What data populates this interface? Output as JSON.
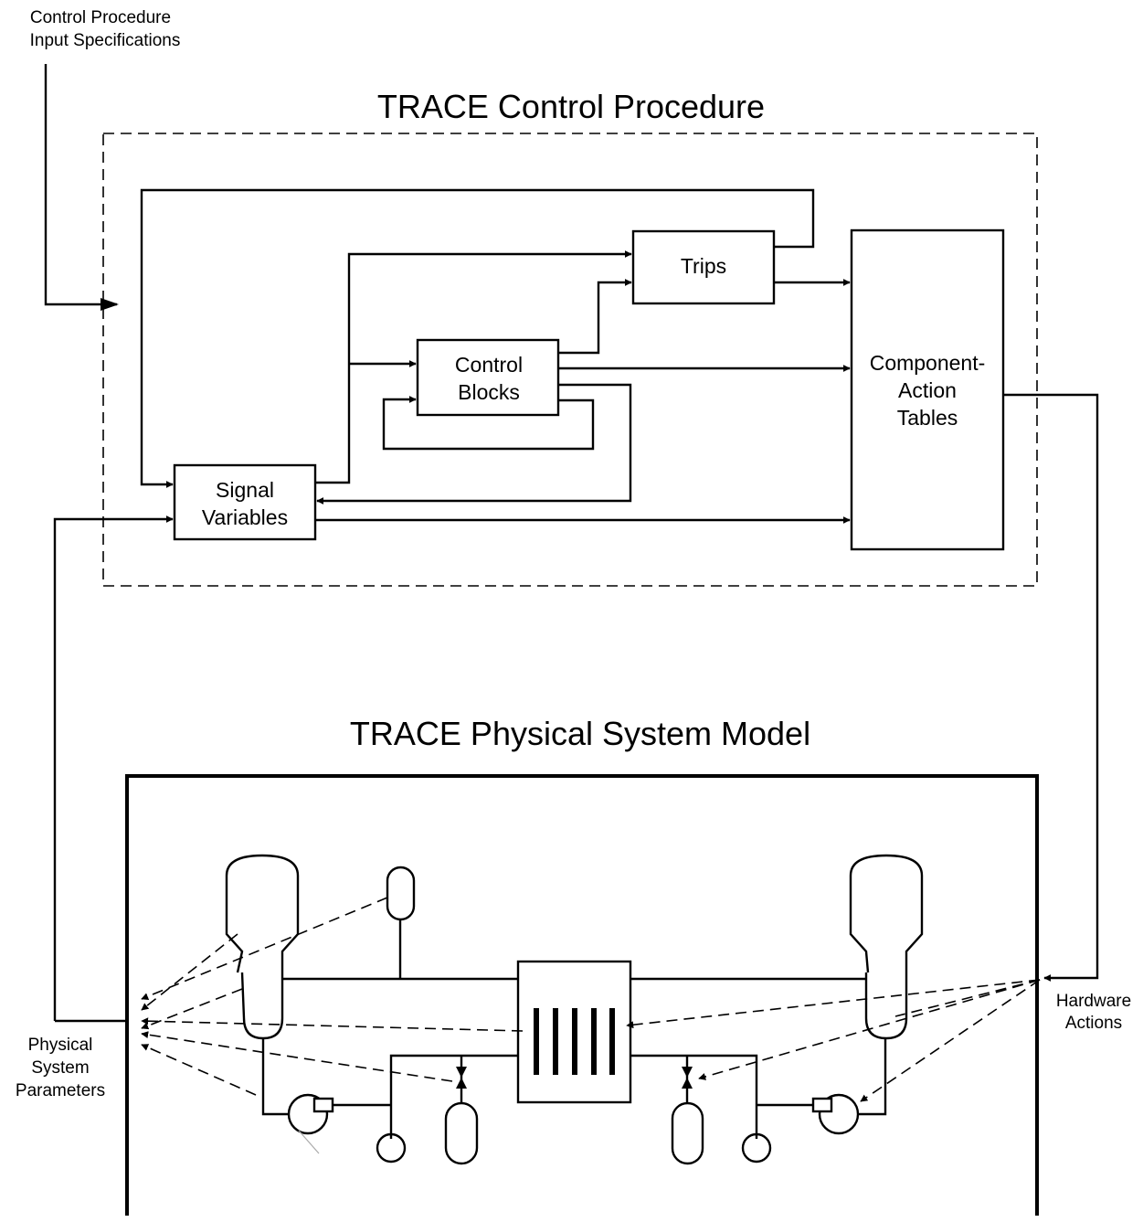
{
  "input_spec": {
    "line1": "Control Procedure",
    "line2": "Input Specifications"
  },
  "control_procedure": {
    "title": "TRACE Control Procedure"
  },
  "blocks": {
    "trips": "Trips",
    "control_blocks": {
      "line1": "Control",
      "line2": "Blocks"
    },
    "signal_variables": {
      "line1": "Signal",
      "line2": "Variables"
    },
    "component_action_tables": {
      "line1": "Component-",
      "line2": "Action",
      "line3": "Tables"
    }
  },
  "physical_model": {
    "title": "TRACE Physical System Model"
  },
  "physical_parameters": {
    "line1": "Physical",
    "line2": "System",
    "line3": "Parameters"
  },
  "hardware_actions": {
    "line1": "Hardware",
    "line2": "Actions"
  }
}
